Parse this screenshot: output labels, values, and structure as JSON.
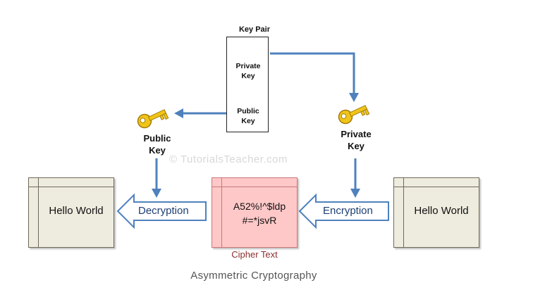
{
  "key_pair": {
    "title": "Key Pair",
    "private_key": [
      "Private",
      "Key"
    ],
    "public_key": [
      "Public",
      "Key"
    ]
  },
  "left_key": [
    "Public",
    "Key"
  ],
  "right_key": [
    "Private",
    "Key"
  ],
  "watermark": "© TutorialsTeacher.com",
  "left_doc": "Hello World",
  "right_doc": "Hello World",
  "cipher": {
    "lines": [
      "A52%!^$ldp",
      "#=*jsvR"
    ],
    "label": "Cipher Text"
  },
  "decryption_label": "Decryption",
  "encryption_label": "Encryption",
  "caption": "Asymmetric Cryptography",
  "colors": {
    "key_gold": "#f0c419",
    "flow_arrow": "#4f81bd",
    "document_fill": "#eeebdf",
    "cipher_fill": "#ffc8c8"
  }
}
